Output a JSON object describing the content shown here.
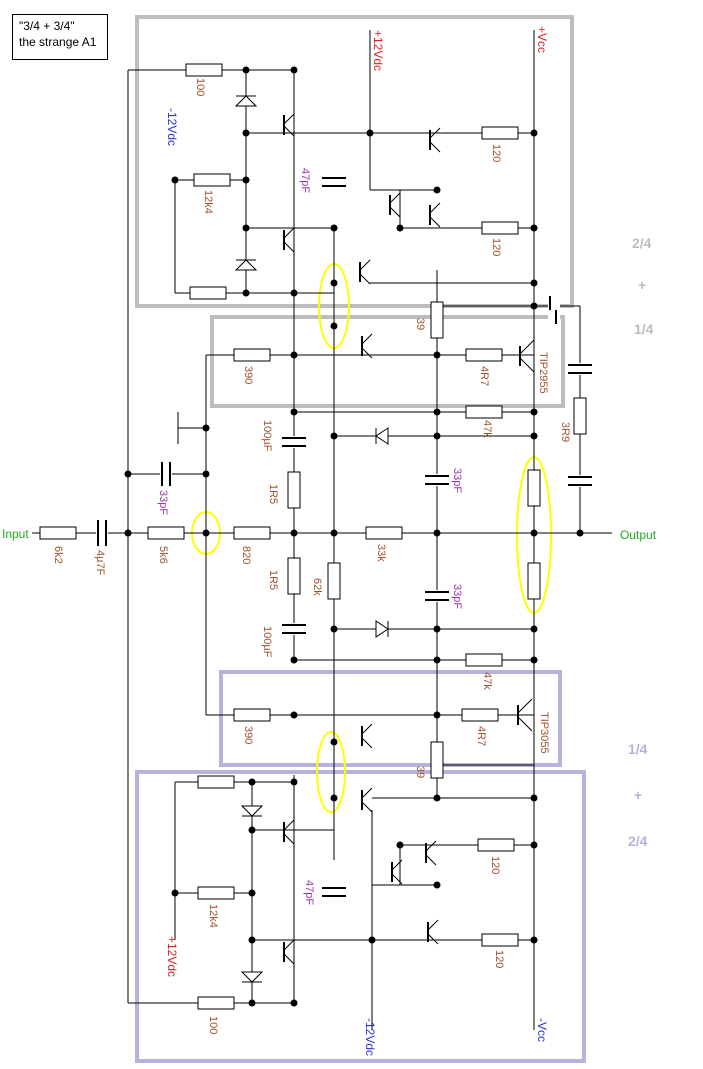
{
  "title": {
    "line1": "\"3/4 + 3/4\"",
    "line2": "the strange A1"
  },
  "labels": {
    "input": "Input",
    "output": "Output",
    "vcc_pos": "+Vcc",
    "vcc_neg": "-Vcc",
    "v12_pos_top": "+12Vdc",
    "v12_neg_top": "-12Vdc",
    "v12_pos_bottom": "+12Vdc",
    "v12_neg_bottom": "-12Vdc",
    "transistor_top": "TIP2955",
    "transistor_bottom": "TIP3055"
  },
  "components": {
    "r_6k2": "6k2",
    "c_4u7": "4µ7F",
    "r_5k6": "5k6",
    "c_33pF_in": "33pF",
    "r_820": "820",
    "r_390_top": "390",
    "r_390_bot": "390",
    "r_100_top": "100",
    "r_100_bot": "100",
    "r_12k4_top": "12k4",
    "r_12k4_bot": "12k4",
    "c_47pF_top": "47pF",
    "c_47pF_bot": "47pF",
    "r_120_a": "120",
    "r_120_b": "120",
    "r_120_c": "120",
    "r_120_d": "120",
    "r_39_top": "39",
    "r_39_bot": "39",
    "r_4r7_top": "4R7",
    "r_4r7_bot": "4R7",
    "r_47k_top": "47k",
    "r_47k_bot": "47k",
    "r_3r9": "3R9",
    "c_100uF_top": "100µF",
    "c_100uF_bot": "100µF",
    "r_1r5_top": "1R5",
    "r_1r5_bot": "1R5",
    "r_62k": "62k",
    "r_33k": "33k",
    "c_33pF_top": "33pF",
    "c_33pF_bot": "33pF"
  },
  "fractions": {
    "top_24": "2/4",
    "top_plus": "+",
    "top_14": "1/4",
    "bot_14": "1/4",
    "bot_plus": "+",
    "bot_24": "2/4"
  },
  "colors": {
    "supply_pos": "#e02020",
    "supply_neg": "#3030e0",
    "io": "#22aa22",
    "value": "#a0522d",
    "cap_value": "#9b30b0",
    "highlight": "#ffff00",
    "box_gray": "#bdbdbd",
    "box_blue": "#b7b2dc"
  }
}
